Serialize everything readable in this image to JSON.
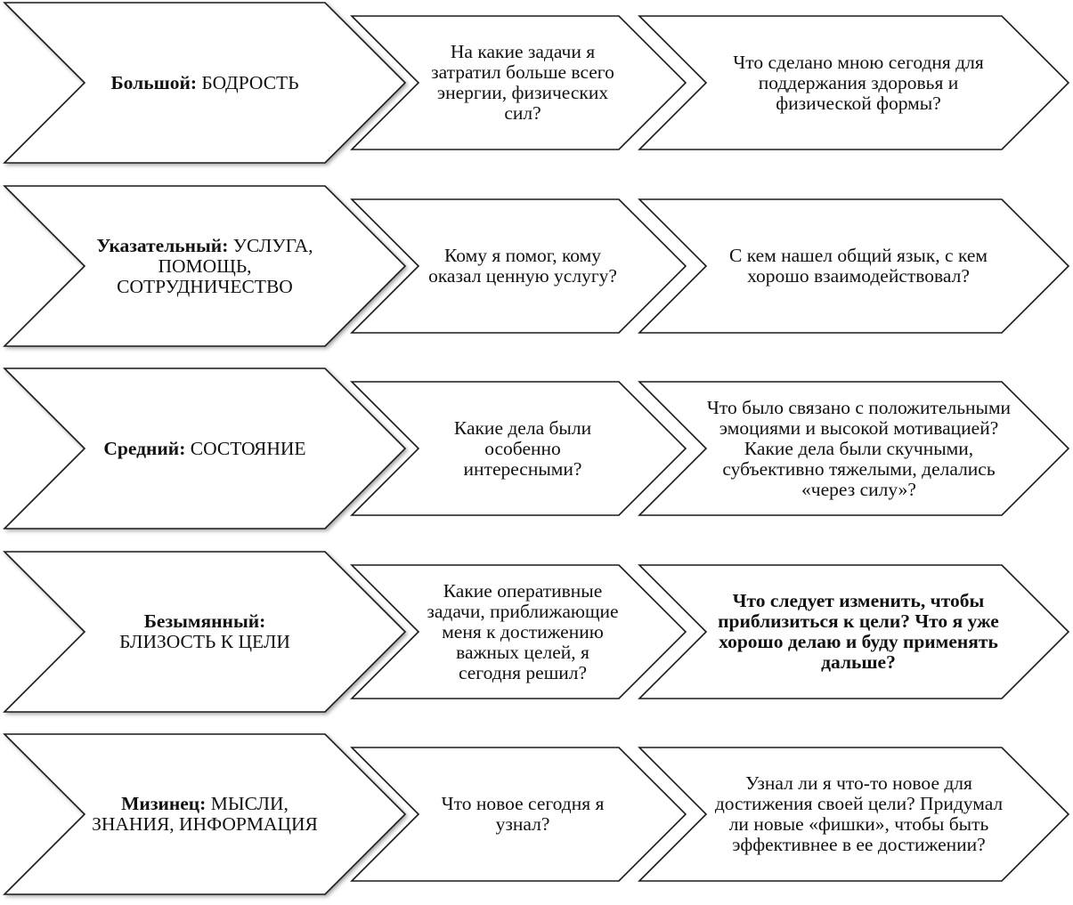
{
  "rows": [
    {
      "finger": "Большой:",
      "topic": "БОДРОСТЬ",
      "question1": "На какие задачи я затратил больше всего энергии, физических сил?",
      "question2": "Что сделано мною сегодня для поддержания здоровья и физической формы?"
    },
    {
      "finger": "Указательный:",
      "topic": "УСЛУГА, ПОМОЩЬ, СОТРУДНИЧЕСТВО",
      "question1": "Кому я помог, кому оказал ценную услугу?",
      "question2": "С кем нашел общий язык, с кем хорошо взаимодействовал?"
    },
    {
      "finger": "Средний:",
      "topic": "СОСТОЯНИЕ",
      "question1": "Какие дела были особенно интересными?",
      "question2": "Что было связано с положительными эмоциями и высокой мотивацией?Какие дела были скучными, субъективно тяжелыми, делались «через силу»?"
    },
    {
      "finger": "Безымянный:",
      "topic": "БЛИЗОСТЬ К ЦЕЛИ",
      "question1": "Какие оперативные задачи, приближающие меня к достижению важных целей, я сегодня решил?",
      "question2": "Что следует изменить, чтобы приблизиться к цели? Что я уже хорошо делаю и буду применять дальше?"
    },
    {
      "finger": "Мизинец:",
      "topic": "МЫСЛИ, ЗНАНИЯ, ИНФОРМАЦИЯ",
      "question1": "Что новое сегодня я узнал?",
      "question2": "Узнал ли я что-то новое для достижения своей цели? Придумал ли новые «фишки», чтобы быть эффективнее в ее достижении?"
    }
  ]
}
